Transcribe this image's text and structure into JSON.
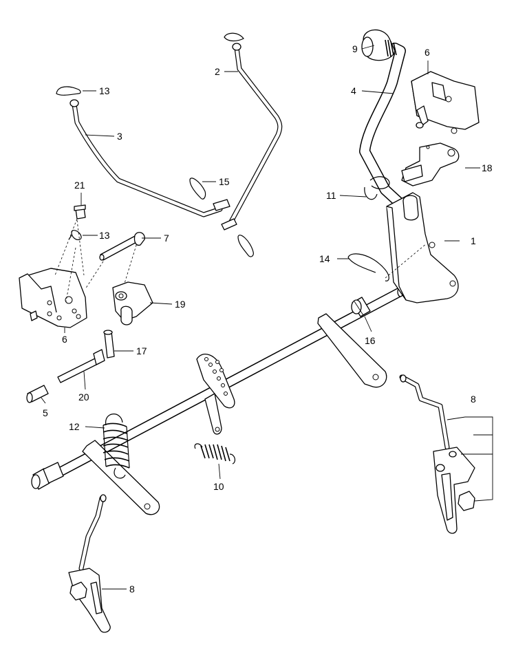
{
  "callouts": [
    {
      "id": "c1",
      "text": "1"
    },
    {
      "id": "c2",
      "text": "2"
    },
    {
      "id": "c3",
      "text": "3"
    },
    {
      "id": "c4",
      "text": "4"
    },
    {
      "id": "c5",
      "text": "5"
    },
    {
      "id": "c6a",
      "text": "6"
    },
    {
      "id": "c6b",
      "text": "6"
    },
    {
      "id": "c7",
      "text": "7"
    },
    {
      "id": "c8a",
      "text": "8"
    },
    {
      "id": "c8b",
      "text": "8"
    },
    {
      "id": "c9",
      "text": "9"
    },
    {
      "id": "c10",
      "text": "10"
    },
    {
      "id": "c11",
      "text": "11"
    },
    {
      "id": "c12",
      "text": "12"
    },
    {
      "id": "c13a",
      "text": "13"
    },
    {
      "id": "c13b",
      "text": "13"
    },
    {
      "id": "c14",
      "text": "14"
    },
    {
      "id": "c15",
      "text": "15"
    },
    {
      "id": "c16",
      "text": "16"
    },
    {
      "id": "c17",
      "text": "17"
    },
    {
      "id": "c18",
      "text": "18"
    },
    {
      "id": "c19",
      "text": "19"
    },
    {
      "id": "c20",
      "text": "20"
    },
    {
      "id": "c21",
      "text": "21"
    }
  ]
}
